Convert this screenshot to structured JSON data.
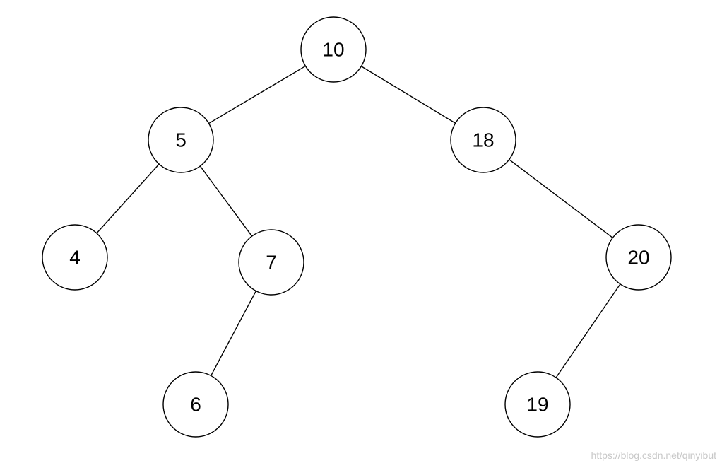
{
  "tree": {
    "nodes": [
      {
        "id": "n10",
        "label": "10"
      },
      {
        "id": "n5",
        "label": "5"
      },
      {
        "id": "n18",
        "label": "18"
      },
      {
        "id": "n4",
        "label": "4"
      },
      {
        "id": "n7",
        "label": "7"
      },
      {
        "id": "n20",
        "label": "20"
      },
      {
        "id": "n6",
        "label": "6"
      },
      {
        "id": "n19",
        "label": "19"
      }
    ],
    "edges": [
      {
        "from": "n10",
        "to": "n5"
      },
      {
        "from": "n10",
        "to": "n18"
      },
      {
        "from": "n5",
        "to": "n4"
      },
      {
        "from": "n5",
        "to": "n7"
      },
      {
        "from": "n18",
        "to": "n20"
      },
      {
        "from": "n7",
        "to": "n6"
      },
      {
        "from": "n20",
        "to": "n19"
      }
    ]
  },
  "watermark": "https://blog.csdn.net/qinyibut"
}
